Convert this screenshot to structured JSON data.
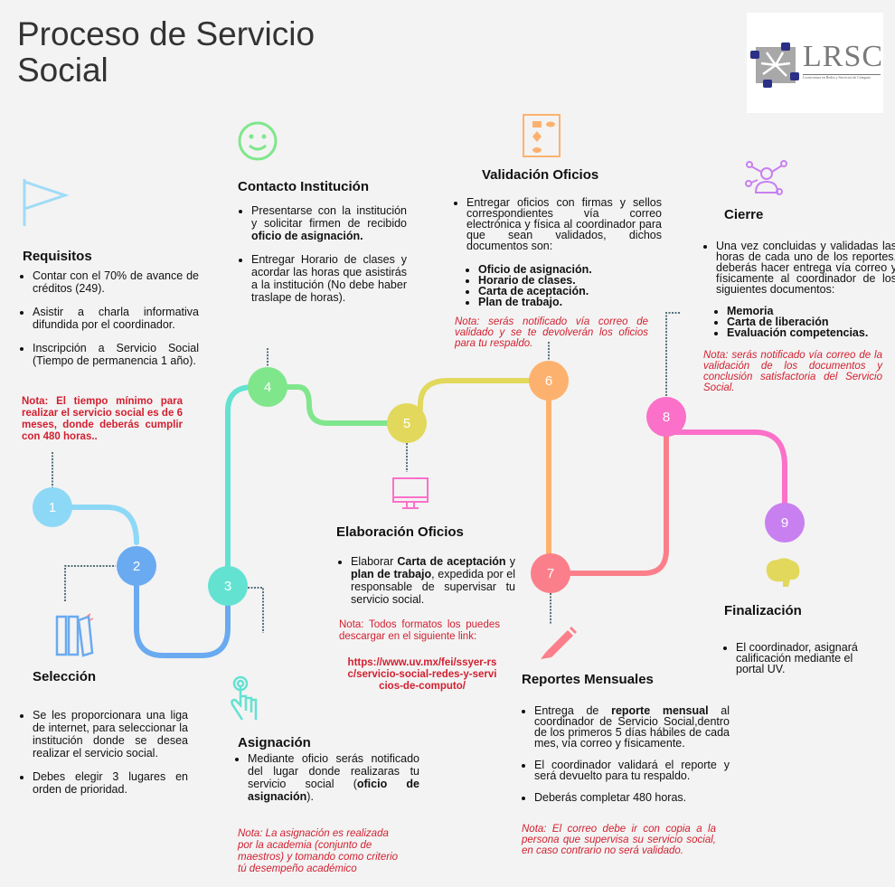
{
  "title": "Proceso de Servicio Social",
  "logo": {
    "text": "LRSC",
    "subtitle": "Licenciatura en Redes y Servicios de Cómputo"
  },
  "colors": {
    "n1": "#8dd8f6",
    "n2": "#6aaaf0",
    "n3": "#63e2d2",
    "n4": "#80e68c",
    "n5": "#e2d85c",
    "n6": "#fcb26e",
    "n7": "#fb7f8a",
    "n8": "#fb70c8",
    "n9": "#c880f0",
    "note": "#d21f2f",
    "leader": "#55707a"
  },
  "steps": [
    {
      "number": "1",
      "title": "Requisitos",
      "icon": "flag-icon",
      "items": [
        "Contar con el 70% de avance de créditos (249).",
        "Asistir a charla informativa difundida por el coordinador.",
        "Inscripción a Servicio Social (Tiempo de permanencia 1 año)."
      ],
      "note": "Nota: El tiempo mínimo para realizar el servicio social es de 6 meses, donde deberás cumplir con 480 horas.."
    },
    {
      "number": "2",
      "title": "Selección",
      "icon": "binders-icon",
      "items": [
        "Se les proporcionara una liga de internet, para seleccionar la institución donde se desea realizar el servicio social.",
        "Debes elegir 3 lugares en orden de prioridad."
      ]
    },
    {
      "number": "3",
      "title": "Asignación",
      "icon": "hand-tap-icon",
      "item_pre": "Mediante oficio serás notificado del lugar donde realizaras tu servicio social (",
      "item_bold": "oficio de asignación",
      "item_post": ").",
      "note": "Nota: La asignación es realizada por la academia (conjunto de maestros) y tomando como criterio tú desempeño académico"
    },
    {
      "number": "4",
      "title": "Contacto Institución",
      "icon": "smiley-icon",
      "item1_pre": "Presentarse con la institución y solicitar firmen de recibido ",
      "item1_bold": "oficio de asignación.",
      "item2": "Entregar Horario de clases y acordar las horas que asistirás a la institución (No debe haber traslape de horas)."
    },
    {
      "number": "5",
      "title": "Elaboración Oficios",
      "icon": "monitor-icon",
      "item_pre": "Elaborar ",
      "item_bold1": "Carta de aceptación",
      "item_mid": " y ",
      "item_bold2": "plan de trabajo",
      "item_post": ", expedida por el responsable de supervisar tu servicio social.",
      "note": "Nota: Todos formatos los puedes descargar en el siguiente link:",
      "link": "https://www.uv.mx/fei/ssyer-rsc/servicio-social-redes-y-servicios-de-computo/"
    },
    {
      "number": "6",
      "title": "Validación Oficios",
      "icon": "flowchart-icon",
      "item": "Entregar oficios con firmas y sellos correspondientes vía correo electrónica y física al coordinador para que sean validados, dichos documentos son:",
      "docs": [
        "Oficio de asignación.",
        "Horario de clases.",
        "Carta de aceptación.",
        "Plan de trabajo."
      ],
      "note": "Nota: serás notificado vía correo de validado y se te devolverán los oficios para tu respaldo."
    },
    {
      "number": "7",
      "title": "Reportes Mensuales",
      "icon": "pencil-icon",
      "item1_pre": "Entrega de ",
      "item1_bold": "reporte mensual",
      "item1_post": " al coordinador de Servicio Social,dentro de los primeros 5 días hábiles de cada mes, vía correo y físicamente.",
      "item2": "El coordinador validará el reporte y será devuelto para tu respaldo.",
      "item3": "Deberás completar 480 horas.",
      "note": "Nota: El correo debe ir con copia a la persona que supervisa su servicio social, en caso contrario no será validado."
    },
    {
      "number": "8",
      "title": "Cierre",
      "icon": "network-user-icon",
      "item": "Una vez concluidas y validadas las horas de cada uno de los reportes, deberás hacer entrega vía correo y físicamente al coordinador de los siguientes documentos:",
      "docs": [
        "Memoria",
        "Carta de liberación",
        "Evaluación competencias."
      ],
      "note": "Nota: serás notificado vía correo de la validación de los documentos y conclusión satisfactoria del Servicio Social."
    },
    {
      "number": "9",
      "title": "Finalización",
      "icon": "brain-icon",
      "item": "El coordinador, asignará calificación mediante el portal UV."
    }
  ]
}
